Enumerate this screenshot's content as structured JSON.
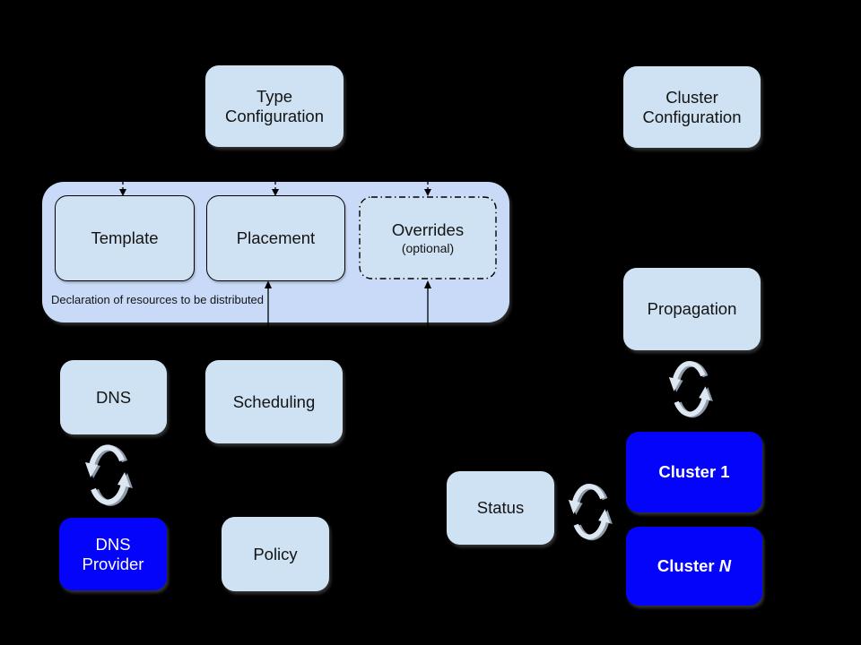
{
  "colors": {
    "background": "#000000",
    "box-fill": "#cfe2f3",
    "container-fill": "#c9daf8",
    "highlight-fill": "#0404fb",
    "text-dark": "#141414",
    "text-light": "#ffffff",
    "line": "#000000",
    "arrow-light": "#dde7f2",
    "arrow-shadow": "#8e9aa8"
  },
  "boxes": {
    "type_config": {
      "line1": "Type",
      "line2": "Configuration"
    },
    "cluster_config": {
      "line1": "Cluster",
      "line2": "Configuration"
    },
    "template": {
      "label": "Template"
    },
    "placement": {
      "label": "Placement"
    },
    "overrides": {
      "title": "Overrides",
      "subtitle": "(optional)"
    },
    "dns": {
      "label": "DNS"
    },
    "scheduling": {
      "label": "Scheduling"
    },
    "dns_provider": {
      "line1": "DNS",
      "line2": "Provider"
    },
    "policy": {
      "label": "Policy"
    },
    "propagation": {
      "label": "Propagation"
    },
    "status": {
      "label": "Status"
    },
    "cluster_1": {
      "label": "Cluster 1"
    },
    "cluster_n": {
      "prefix": "Cluster",
      "n": "N"
    }
  },
  "container": {
    "caption": "Declaration of resources to be distributed"
  },
  "icons": {
    "dns_sync": "sync-icon",
    "propagation_sync": "sync-icon",
    "status_sync": "sync-icon"
  }
}
